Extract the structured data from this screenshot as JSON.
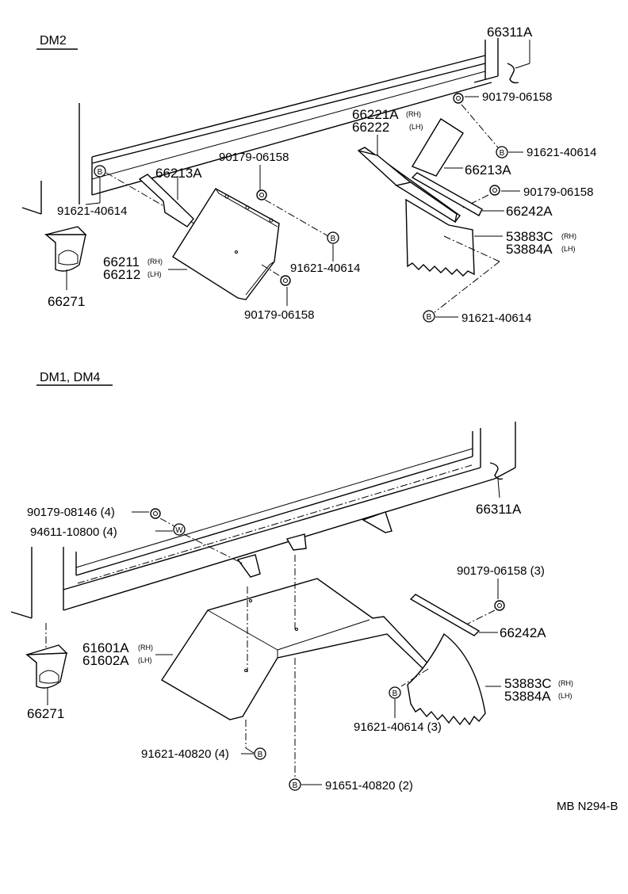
{
  "sections": {
    "top": {
      "heading": "DM2"
    },
    "bottom": {
      "heading": "DM1, DM4"
    }
  },
  "labels": {
    "t_66311A": "66311A",
    "t_90179_06158_a": "90179-06158",
    "t_66221A": "66221A",
    "t_66221A_rh": "(RH)",
    "t_66222": "66222",
    "t_66222_lh": "(LH)",
    "t_91621_40614_a": "91621-40614",
    "t_66213A_right": "66213A",
    "t_90179_06158_b": "90179-06158",
    "t_66242A_top": "66242A",
    "t_53883C_top": "53883C",
    "t_53883C_top_rh": "(RH)",
    "t_53884A_top": "53884A",
    "t_53884A_top_lh": "(LH)",
    "t_91621_40614_b": "91621-40614",
    "t_90179_06158_c": "90179-06158",
    "t_66213A_left": "66213A",
    "t_91621_40614_c": "91621-40614",
    "t_66211": "66211",
    "t_66211_rh": "(RH)",
    "t_66212": "66212",
    "t_66212_lh": "(LH)",
    "t_91621_40614_d": "91621-40614",
    "t_90179_06158_d": "90179-06158",
    "t_66271_top": "66271",
    "t_66311A_bottom": "66311A",
    "t_90179_08146": "90179-08146 (4)",
    "t_94611_10800": "94611-10800 (4)",
    "t_90179_06158_e": "90179-06158 (3)",
    "t_66242A_bottom": "66242A",
    "t_61601A": "61601A",
    "t_61601A_rh": "(RH)",
    "t_61602A": "61602A",
    "t_61602A_lh": "(LH)",
    "t_53883C_bottom": "53883C",
    "t_53883C_bottom_rh": "(RH)",
    "t_53884A_bottom": "53884A",
    "t_53884A_bottom_lh": "(LH)",
    "t_91621_40614_e": "91621-40614 (3)",
    "t_91621_40820": "91621-40820 (4)",
    "t_91651_40820": "91651-40820 (2)",
    "t_66271_bottom": "66271",
    "t_ref": "MB N294-B"
  },
  "symbols": {
    "bolt_letter": "B",
    "washer_letter": "W"
  }
}
